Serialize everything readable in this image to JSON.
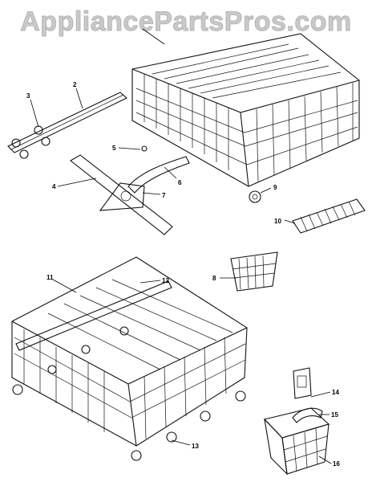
{
  "watermark": "AppliancePartsPros.com",
  "callouts": [
    "2",
    "3",
    "4",
    "5",
    "6",
    "7",
    "8",
    "9",
    "10",
    "11",
    "12",
    "13",
    "14",
    "15",
    "16"
  ]
}
